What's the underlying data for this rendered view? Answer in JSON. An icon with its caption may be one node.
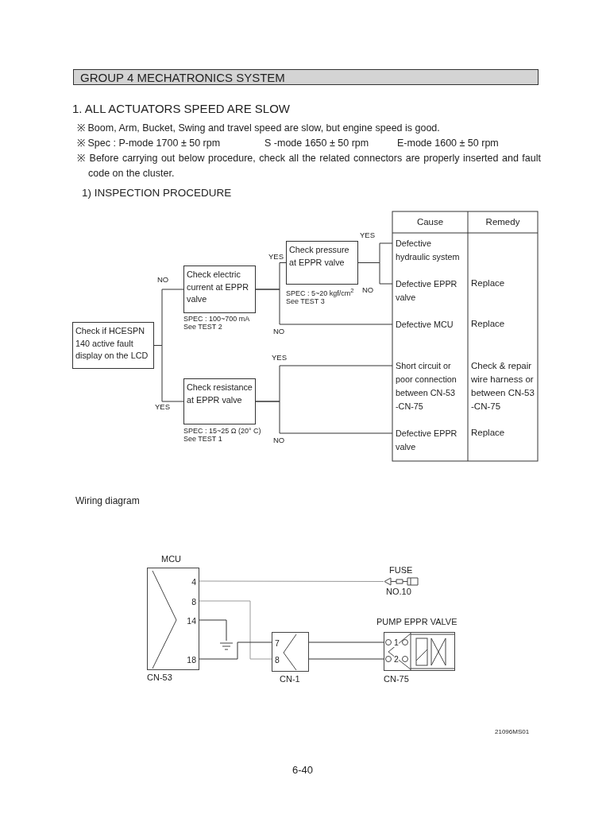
{
  "diagram": {
    "title": "GROUP 4 MECHATRONICS SYSTEM",
    "nodes": [
      {
        "text": [
          "Check if HCESPN 140 active fault display on the LCD"
        ]
      },
      {
        "text": [
          "Check electric current at EPPR valve"
        ],
        "beside": [
          "SPEC : 100~700 mA",
          "See TEST 2"
        ]
      },
      {
        "text": [
          "Check resistance at EPPR valve"
        ],
        "beside": [
          "SPEC : 15~25 Ω (20° C)",
          "See TEST 1"
        ]
      },
      {
        "text": [
          "Check pressure at EPPR valve"
        ],
        "beside": [
          "SPEC : 5~20 kgf/cm$^{2}$",
          "See TEST 3"
        ]
      },
      {
        "text": [
          "Defective hydraulic system"
        ]
      },
      {
        "text": [
          "Defective EPPR valve"
        ]
      },
      {
        "text": [
          "Defective MCU"
        ]
      },
      {
        "text": [
          "Short circuit or poor connection between CN-53 -CN-75"
        ]
      },
      {
        "text": [
          "Defective EPPR valve"
        ]
      },
      {
        "text": [
          "4",
          "8",
          "14",
          "18"
        ],
        "beside": [
          "MCU",
          "CN-53"
        ]
      },
      {
        "text": [],
        "shape": "fuse",
        "beside": [
          "FUSE",
          "NO.10"
        ]
      },
      {
        "text": [
          "7",
          "8"
        ],
        "beside": [
          "CN-1"
        ]
      },
      {
        "text": [
          "1",
          "2"
        ],
        "beside": [
          "PUMP EPPR VALVE",
          "CN-75"
        ]
      },
      {
        "text": [],
        "shape": "ground"
      }
    ],
    "edges": [
      {
        "from": 0,
        "to": 1,
        "arrow": "none",
        "label": "NO"
      },
      {
        "from": 0,
        "to": 2,
        "arrow": "none",
        "label": "YES"
      },
      {
        "from": 1,
        "to": 3,
        "arrow": "none",
        "label": "YES"
      },
      {
        "from": 1,
        "to": 6,
        "arrow": "none",
        "label": "NO"
      },
      {
        "from": 3,
        "to": 4,
        "arrow": "none",
        "label": "YES"
      },
      {
        "from": 3,
        "to": 5,
        "arrow": "none",
        "label": "NO"
      },
      {
        "from": 2,
        "to": 7,
        "arrow": "none",
        "label": "YES"
      },
      {
        "from": 2,
        "to": 8,
        "arrow": "none",
        "label": "NO"
      },
      {
        "from": 9,
        "to": 10,
        "arrow": "none",
        "color": "#9a9a9a"
      },
      {
        "from": 9,
        "to": 11,
        "arrow": "none",
        "color": "#9a9a9a"
      },
      {
        "from": 9,
        "to": 13,
        "arrow": "none"
      },
      {
        "from": 9,
        "to": 11,
        "arrow": "none"
      },
      {
        "from": 11,
        "to": 12,
        "arrow": "none"
      },
      {
        "from": 11,
        "to": 12,
        "arrow": "none"
      }
    ],
    "labels": [
      "1. ALL ACTUATORS SPEED ARE SLOW",
      "※ Boom, Arm, Bucket, Swing and travel speed are slow, but engine speed is good.",
      "※ Spec : P-mode 1700 ± 50 rpm",
      "S -mode 1650 ± 50 rpm",
      "E-mode 1600 ± 50 rpm",
      "※ Before carrying out below procedure, check all the related connectors are properly inserted and fault code on the cluster.",
      "1) INSPECTION PROCEDURE",
      "Cause",
      "Remedy",
      "Replace",
      "Replace",
      "Check & repair wire harness or between CN-53 -CN-75",
      "Replace",
      "Wiring diagram",
      "21096MS01",
      "6-40"
    ]
  }
}
